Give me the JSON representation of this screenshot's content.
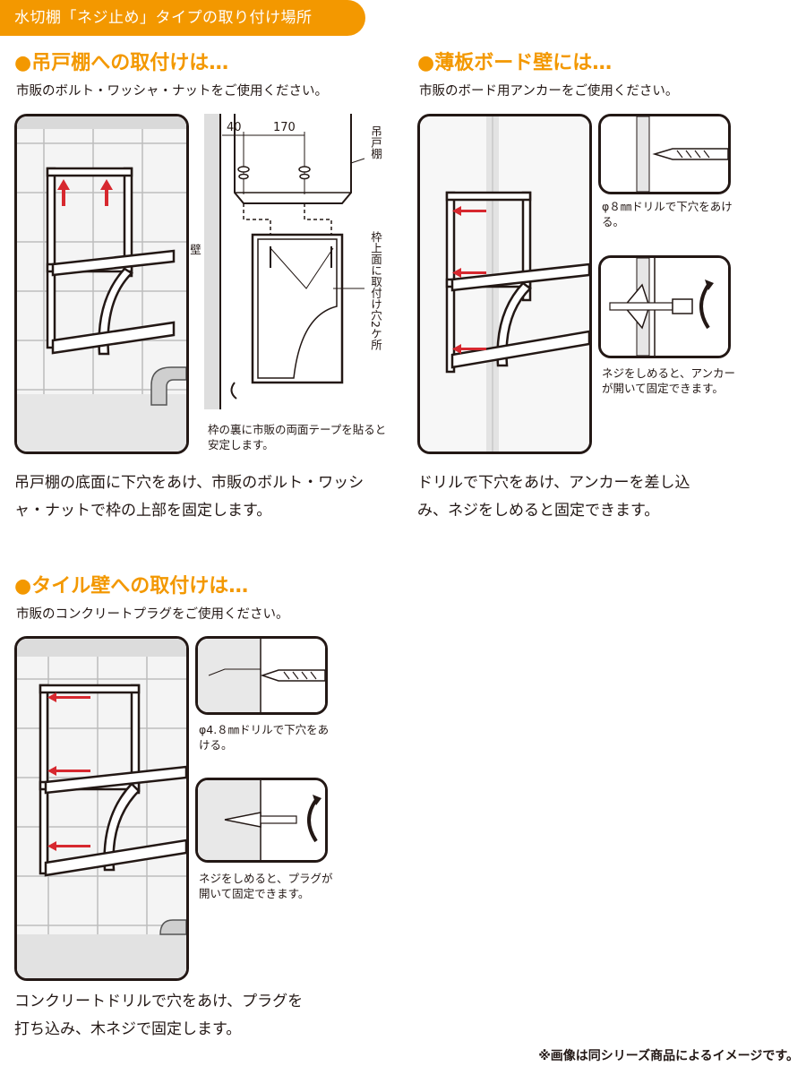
{
  "banner": "水切棚「ネジ止め」タイプの取り付け場所",
  "section1": {
    "title": "●吊戸棚への取付けは…",
    "subtitle": "市販のボルト・ワッシャ・ナットをご使用ください。",
    "dim1": "40",
    "dim2": "170",
    "label_cabinet": "吊戸棚",
    "label_wall": "壁",
    "label_holes": "枠上面に取付け穴2ケ所",
    "tape_note": "枠の裏に市販の両面テープを貼ると安定します。",
    "description": "吊戸棚の底面に下穴をあけ、市販のボルト・ワッシャ・ナットで枠の上部を固定します。"
  },
  "section2": {
    "title": "●薄板ボード壁には…",
    "subtitle": "市販のボード用アンカーをご使用ください。",
    "drill_note": "φ８㎜ドリルで下穴をあける。",
    "screw_note": "ネジをしめると、アンカーが開いて固定できます。",
    "description": "ドリルで下穴をあけ、アンカーを差し込み、ネジをしめると固定できます。"
  },
  "section3": {
    "title": "●タイル壁への取付けは…",
    "subtitle": "市販のコンクリートプラグをご使用ください。",
    "drill_note": "φ4.８㎜ドリルで下穴をあける。",
    "screw_note": "ネジをしめると、プラグが開いて固定できます。",
    "description": "コンクリートドリルで穴をあけ、プラグを打ち込み、木ネジで固定します。"
  },
  "footer": "※画像は同シリーズ商品によるイメージです。",
  "colors": {
    "accent": "#f39800",
    "arrow": "#d7282f",
    "ink": "#231815"
  }
}
